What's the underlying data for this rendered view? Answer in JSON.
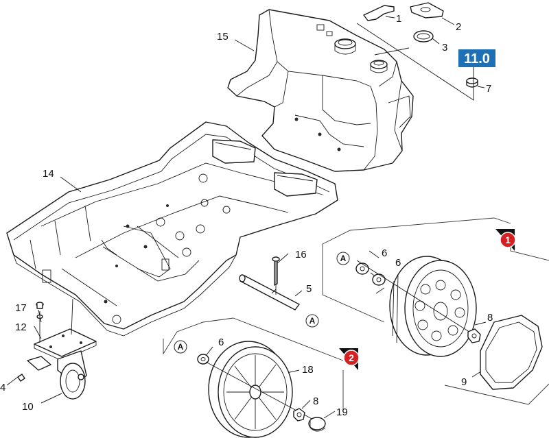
{
  "callouts": {
    "c1": "1",
    "c2": "2",
    "c3": "3",
    "c4": "4",
    "c5": "5",
    "c6a": "6",
    "c6b": "6",
    "c6c": "6",
    "c7": "7",
    "c8a": "8",
    "c8b": "8",
    "c9": "9",
    "c10": "10",
    "c12": "12",
    "c14": "14",
    "c15": "15",
    "c16": "16",
    "c17": "17",
    "c18": "18",
    "c19": "19"
  },
  "reference_badge": {
    "label": "11.0",
    "color": "#1f6fb5"
  },
  "variants": [
    {
      "label": "1",
      "color": "#d42020"
    },
    {
      "label": "2",
      "color": "#d42020"
    }
  ],
  "grease_marks": {
    "a1": "A",
    "a2": "A",
    "a3": "A"
  }
}
